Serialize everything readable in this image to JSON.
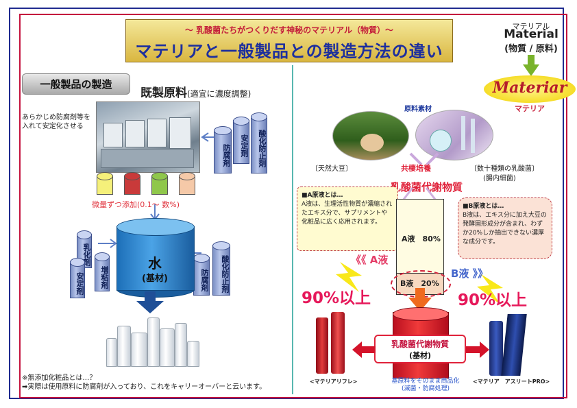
{
  "header": {
    "subtitle": "～ 乳酸菌たちがつくりだす神秘のマテリアル（物質）～",
    "title": "マテリアと一般製品との製造方法の違い"
  },
  "material_corner": {
    "katakana": "マテリアル",
    "english": "Material",
    "japanese": "(物質 / 原料)",
    "logo_script": "Materiar",
    "logo_caption": "マテリア"
  },
  "left": {
    "section_title": "一般製品の製造",
    "raw_material_title": "既製原料",
    "raw_material_note": "(適宜に濃度調整)",
    "preservative_note": [
      "あらかじめ防腐剤等を",
      "入れて安定化させる"
    ],
    "cylinders_top": [
      "防腐剤",
      "安定剤",
      "酸化防止剤"
    ],
    "add_text": "微量ずつ添加(0.1～ 数%)",
    "cylinders_left": [
      "乳化剤",
      "増粘剤",
      "安定剤"
    ],
    "cylinders_right": [
      "防腐剤",
      "酸化防止剤"
    ],
    "base_title": "水",
    "base_sub": "(基材)",
    "footnote_1": "※無添加化粧品とは…？",
    "footnote_2": "➡実際は使用原料に防腐剤が入っており、これをキャリーオーバーと云います。",
    "jar_colors": [
      "#f5f07a",
      "#c93a3a",
      "#8fc74b",
      "#f5c9a8"
    ]
  },
  "right": {
    "raw_label": "原料素材",
    "soy_caption": "〔天然大豆〕",
    "lab_caption_1": "〔数十種類の乳酸菌〕",
    "lab_caption_2": "(腸内細菌)",
    "co_culture": "共棲培養",
    "metabolite": "乳酸菌代謝物質",
    "boxA_title": "■A原液とは…",
    "boxA_text": "A液は、生理活性物質が濃縮されたエキス分で、サプリメントや化粧品に広く応用されます。",
    "boxB_title": "■B原液とは…",
    "boxB_text": "B液は、エキス分に加え大豆の発酵固形成分が含まれ、わずか20%しか抽出できない濃厚な成分です。",
    "a_label": "A液",
    "a_pct": "80%",
    "b_label": "B液",
    "b_pct": "20%",
    "chevron_a": "《《 A液",
    "chevron_b": "B液 》》",
    "over_90_left": "90%以上",
    "over_90_right": "90%以上",
    "vessel_title": "乳酸菌代謝物質",
    "vessel_sub": "(基材)",
    "product_left_caption": "<マテリアリフレ>",
    "product_right_caption": "<マテリア　アスリートPRO>",
    "bottom_note_1": "基原料をそのまま商品化",
    "bottom_note_2": "(滅菌・防腐処理)"
  }
}
